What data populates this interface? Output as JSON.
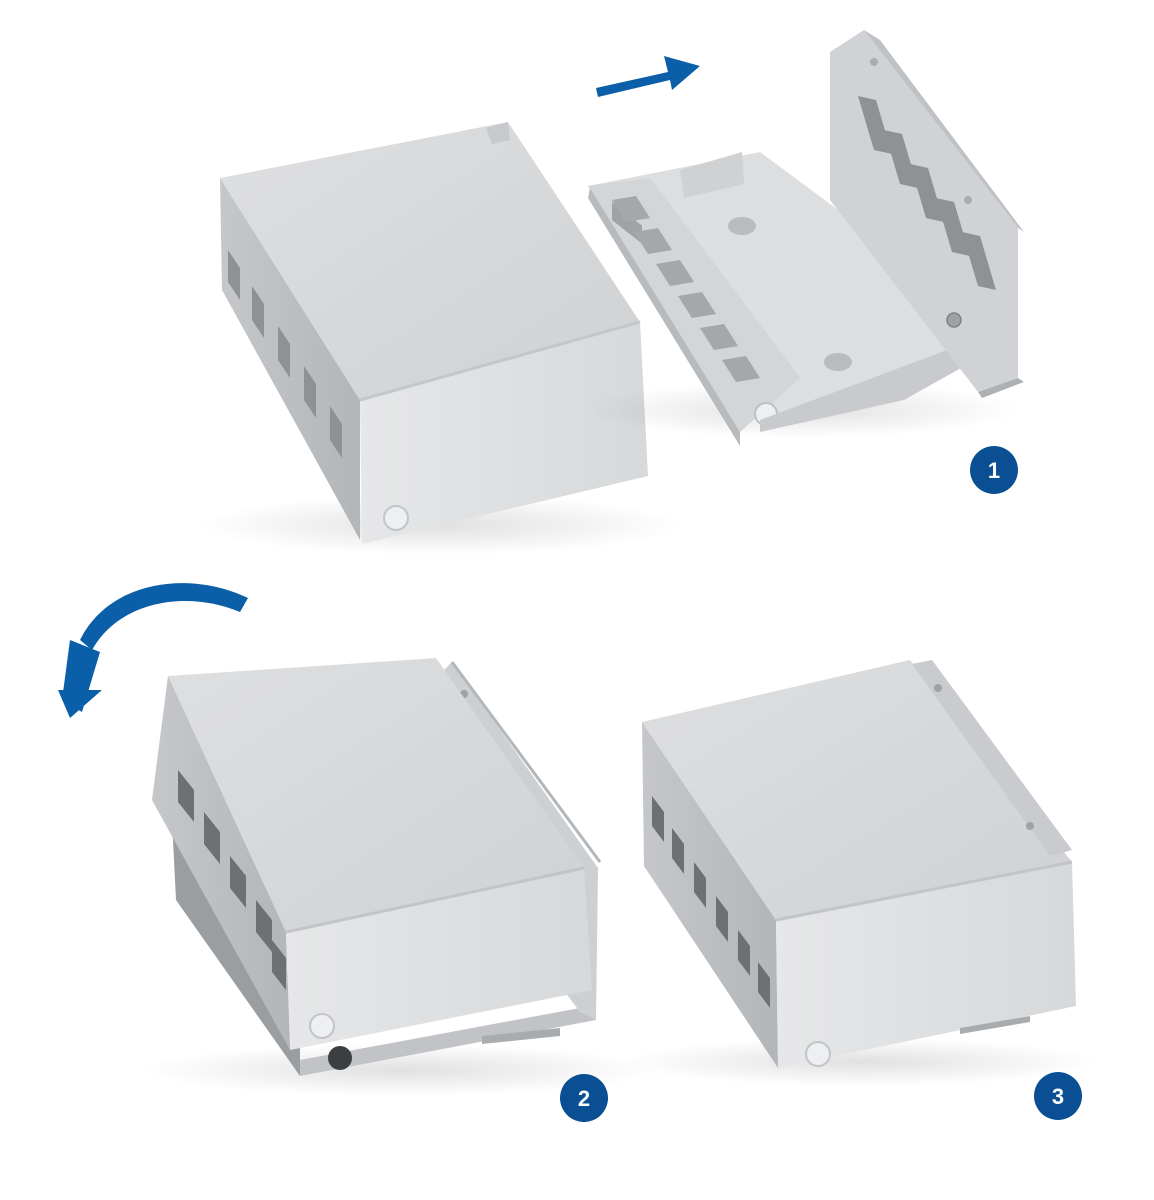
{
  "steps": [
    {
      "number": "1",
      "icon": "arrow-right-icon"
    },
    {
      "number": "2",
      "icon": "curved-arrow-icon"
    },
    {
      "number": "3",
      "icon": ""
    }
  ],
  "colors": {
    "accent": "#0b5fa8",
    "badge": "#0a4f93",
    "metal_light": "#e8e9ea",
    "metal_mid": "#d2d4d6",
    "metal_dark": "#b4b7ba",
    "background": "#ffffff"
  }
}
